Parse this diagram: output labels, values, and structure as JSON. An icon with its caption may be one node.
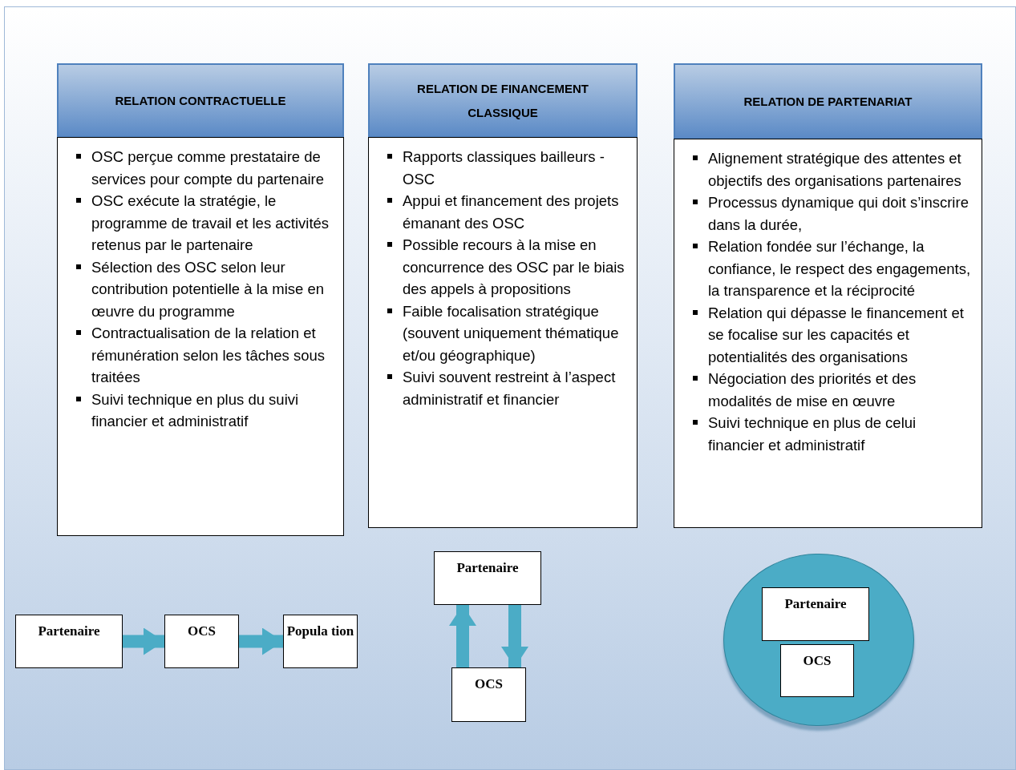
{
  "diagram": {
    "nodes": [
      {
        "text": [
          "RELATION CONTRACTUELLE"
        ]
      },
      {
        "text": [
          "OSC perçue comme prestataire de services pour compte du partenaire",
          "OSC exécute la stratégie, le programme de travail et les activités retenus par le partenaire",
          "Sélection des OSC selon leur contribution potentielle à la mise en œuvre du programme",
          "Contractualisation de la relation et rémunération selon les tâches sous traitées",
          "Suivi technique en plus du suivi financier et administratif"
        ]
      },
      {
        "text": [
          "RELATION DE FINANCEMENT CLASSIQUE"
        ]
      },
      {
        "text": [
          "Rapports classiques bailleurs - OSC",
          "Appui et financement des projets émanant des OSC",
          "Possible recours à la mise en concurrence des OSC par le biais des appels à propositions",
          "Faible focalisation stratégique (souvent uniquement thématique et/ou géographique)",
          "Suivi souvent restreint à l’aspect administratif et financier"
        ]
      },
      {
        "text": [
          "RELATION DE PARTENARIAT"
        ]
      },
      {
        "text": [
          "Alignement stratégique des attentes et objectifs des organisations partenaires",
          "Processus dynamique qui doit s’inscrire dans la durée,",
          "Relation fondée sur l’échange, la confiance, le respect des engagements, la transparence et la réciprocité",
          "Relation qui dépasse le financement et se focalise sur les capacités et potentialités des organisations",
          "Négociation des priorités et des modalités de mise en œuvre",
          "Suivi technique en plus de celui financier et administratif"
        ]
      },
      {
        "text": [
          "Partenaire"
        ]
      },
      {
        "text": [
          "OCS"
        ]
      },
      {
        "text": [
          "Popula tion"
        ]
      },
      {
        "text": [
          "Partenaire"
        ]
      },
      {
        "text": [
          "OCS"
        ]
      },
      {
        "text": [],
        "shape": "circle"
      },
      {
        "text": [
          "Partenaire"
        ],
        "in": 11
      },
      {
        "text": [
          "OCS"
        ],
        "in": 11
      }
    ],
    "edges": [
      {
        "from": 6,
        "to": 7,
        "arrow": "to"
      },
      {
        "from": 7,
        "to": 8,
        "arrow": "to"
      },
      {
        "from": 10,
        "to": 9,
        "arrow": "to"
      },
      {
        "from": 9,
        "to": 10,
        "arrow": "to"
      }
    ]
  }
}
